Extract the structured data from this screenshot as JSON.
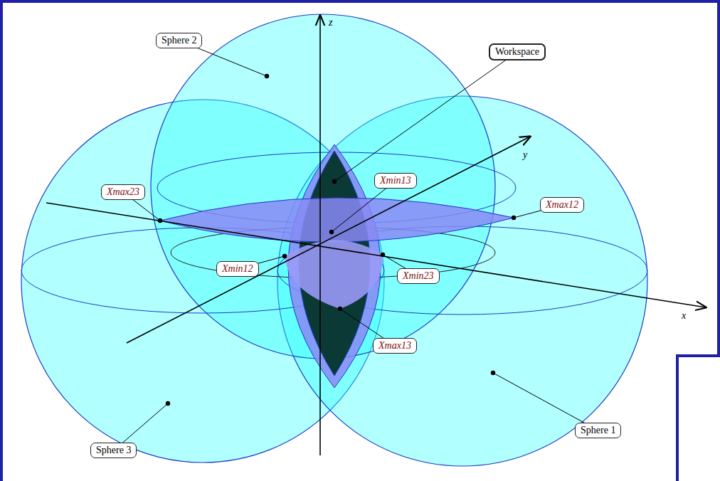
{
  "diagram": {
    "nodes": [
      {
        "text": [
          "Sphere 2"
        ]
      },
      {
        "text": [
          "Workspace"
        ]
      },
      {
        "text": [
          "Xmax23"
        ]
      },
      {
        "text": [
          "Xmin13"
        ]
      },
      {
        "text": [
          "Xmax12"
        ]
      },
      {
        "text": [
          "Xmin12"
        ]
      },
      {
        "text": [
          "Xmin23"
        ]
      },
      {
        "text": [
          "Xmax13"
        ]
      },
      {
        "text": [
          "Sphere 3"
        ]
      },
      {
        "text": [
          "Sphere 1"
        ]
      }
    ],
    "labels": [
      "z",
      "y",
      "x"
    ]
  }
}
